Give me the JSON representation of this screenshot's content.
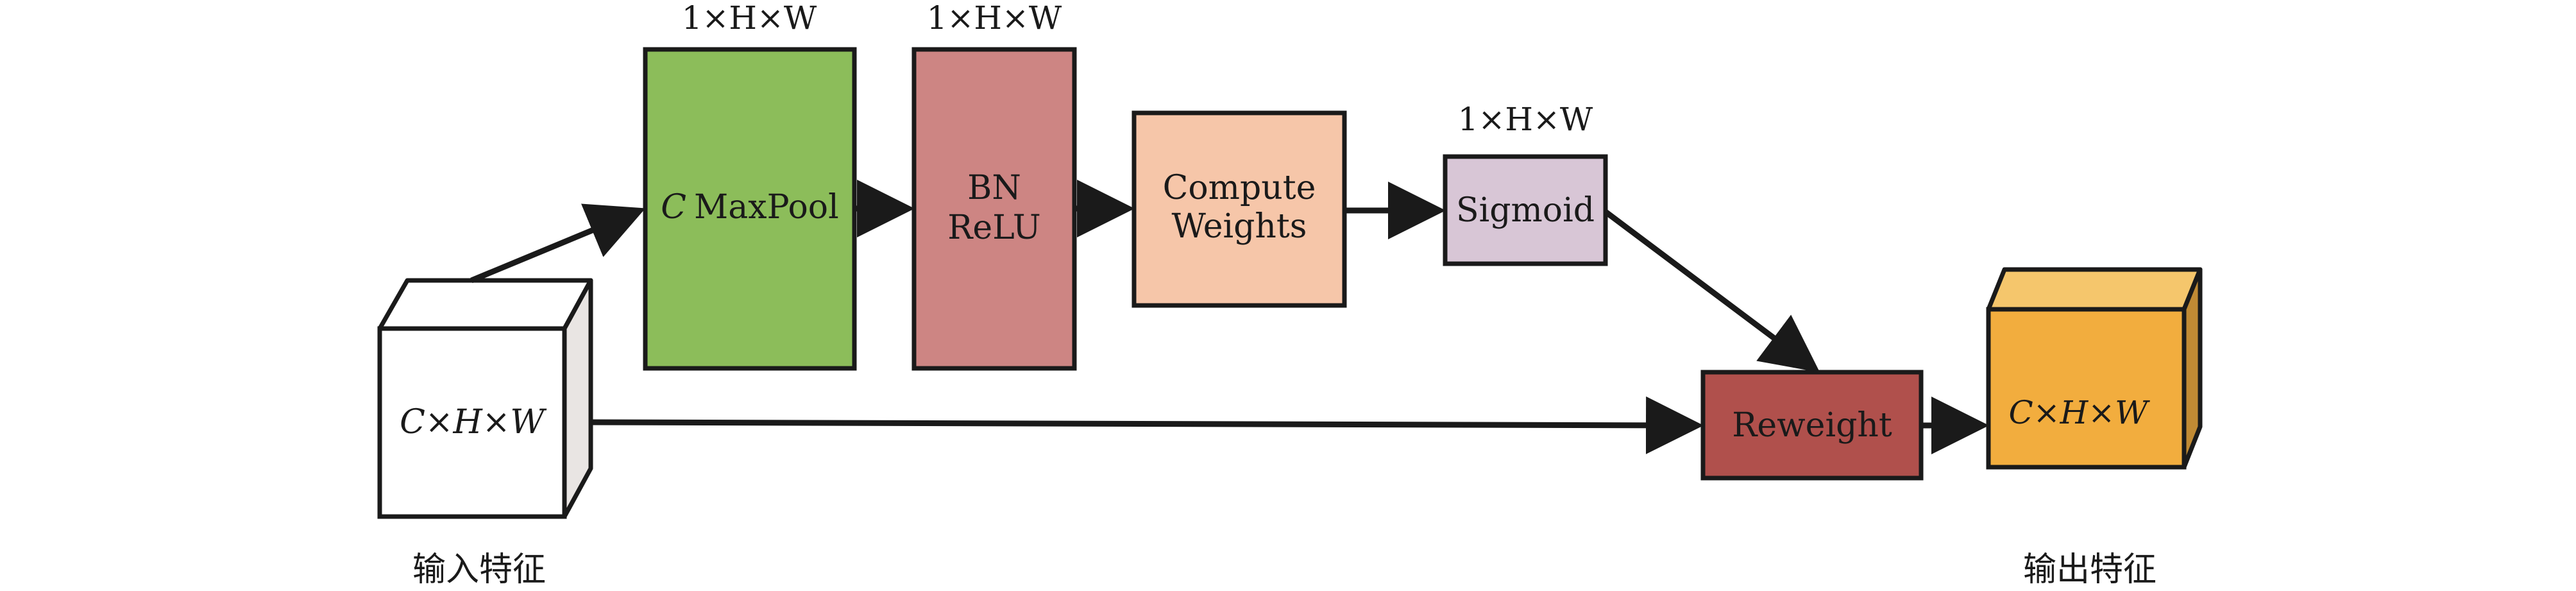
{
  "diagram": {
    "input": {
      "label": "C×H×W",
      "caption": "输入特征",
      "front_color": "#ffffff",
      "side_color": "#e9e5e3",
      "top_color": "#ffffff"
    },
    "maxpool": {
      "label_italic": "C",
      "label": "MaxPool",
      "dim": "1×H×W",
      "color": "#8cbd5a"
    },
    "bnrelu": {
      "line1": "BN",
      "line2": "ReLU",
      "dim": "1×H×W",
      "color": "#cd8583"
    },
    "compute": {
      "line1": "Compute",
      "line2": "Weights",
      "color": "#f6c6a9"
    },
    "sigmoid": {
      "label": "Sigmoid",
      "dim": "1×H×W",
      "color": "#d8c6d6"
    },
    "reweight": {
      "label": "Reweight",
      "color": "#b0504c"
    },
    "output": {
      "label": "C×H×W",
      "caption": "输出特征",
      "front_color": "#f2ad3e",
      "side_color": "#c08a34",
      "top_color": "#f5c66c"
    }
  }
}
